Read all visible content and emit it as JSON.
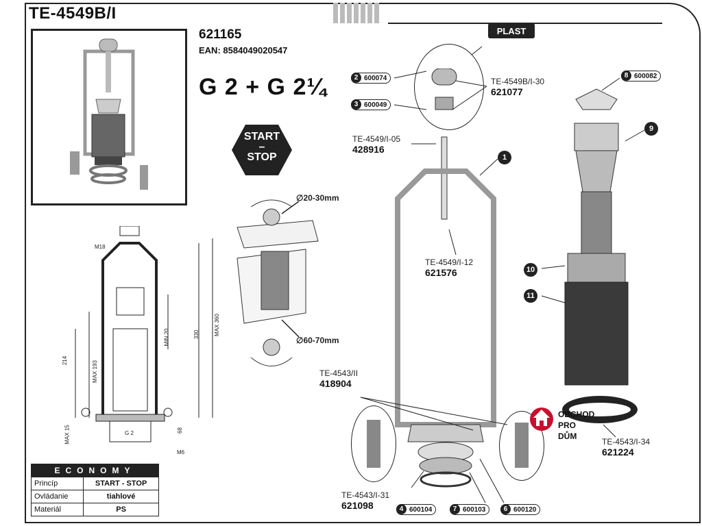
{
  "header": {
    "title": "TE-4549B/I"
  },
  "product": {
    "code": "621165",
    "ean": "EAN: 8584049020547",
    "thread": "G 2 + G 2¼"
  },
  "start_stop": {
    "line1": "START",
    "line2": "–",
    "line3": "STOP"
  },
  "install": {
    "top_range": "∅20-30mm",
    "bottom_range": "∅60-70mm"
  },
  "plast_label": "PLAST",
  "dimensions": {
    "m18": "M18",
    "max360": "MAX 360",
    "d330": "330",
    "min20": "MIN 20",
    "max193": "MAX 193",
    "d214": "214",
    "g2": "G 2",
    "max15": "MAX 15",
    "d68": "68",
    "m6": "M6"
  },
  "parts": {
    "p1": {
      "num": "1"
    },
    "p2": {
      "num": "2",
      "code": "600074"
    },
    "p3": {
      "num": "3",
      "code": "600049"
    },
    "p4": {
      "num": "4",
      "code": "600104"
    },
    "p6": {
      "num": "6",
      "code": "600120"
    },
    "p7": {
      "num": "7",
      "code": "600103"
    },
    "p8": {
      "num": "8",
      "code": "600082"
    },
    "p9": {
      "num": "9"
    },
    "p10": {
      "num": "10"
    },
    "p11": {
      "num": "11"
    }
  },
  "refs": {
    "r30": {
      "name": "TE-4549B/I-30",
      "code": "621077"
    },
    "r05": {
      "name": "TE-4549/I-05",
      "code": "428916"
    },
    "r12": {
      "name": "TE-4549/I-12",
      "code": "621576"
    },
    "r2": {
      "name": "TE-4543/II",
      "code": "418904"
    },
    "r31": {
      "name": "TE-4543/I-31",
      "code": "621098"
    },
    "r34": {
      "name": "TE-4543/I-34",
      "code": "621224"
    }
  },
  "shop": {
    "line1": "OBCHOD",
    "line2": "PRO DŮM"
  },
  "spec_table": {
    "header": "ECONOMY",
    "rows": [
      {
        "label": "Princíp",
        "value": "START - STOP"
      },
      {
        "label": "Ovládanie",
        "value": "tiahlové"
      },
      {
        "label": "Materiál",
        "value": "PS"
      }
    ]
  },
  "colors": {
    "ink": "#222222",
    "shop_red": "#c8102e",
    "part_dark": "#444444",
    "part_light": "#d0d0d0"
  }
}
